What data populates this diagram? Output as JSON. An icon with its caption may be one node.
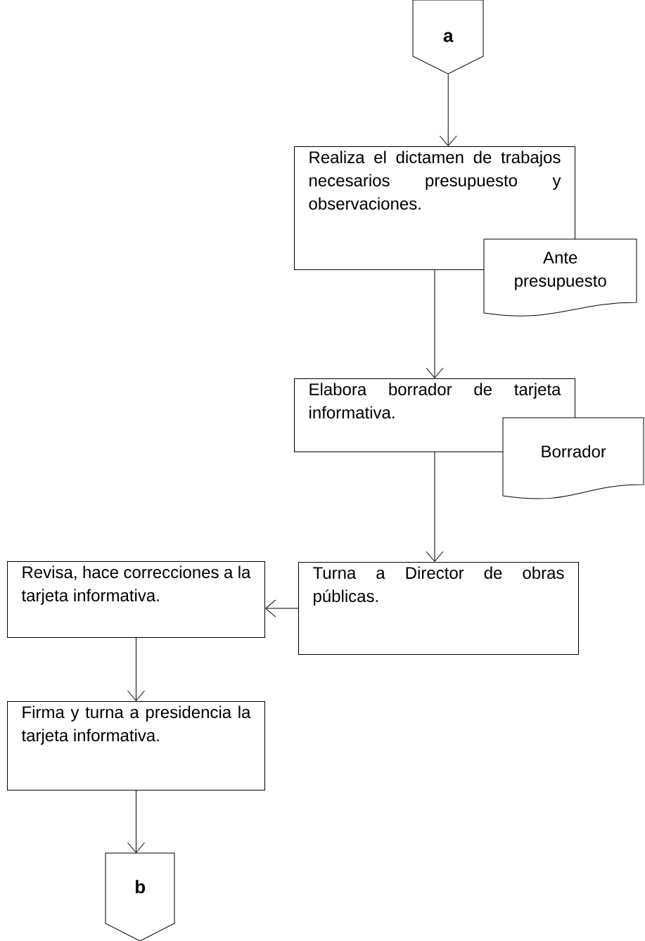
{
  "diagram": {
    "nodes": [
      {
        "text": [
          "a"
        ]
      },
      {
        "text": [
          "Realiza el dictamen de trabajos necesarios presupuesto y observaciones."
        ]
      },
      {
        "text": [
          "Ante presupuesto"
        ]
      },
      {
        "text": [
          "Elabora borrador de tarjeta informativa."
        ]
      },
      {
        "text": [
          "Borrador"
        ]
      },
      {
        "text": [
          "Turna a Director de obras públicas."
        ]
      },
      {
        "text": [
          "Revisa, hace correcciones a la tarjeta informativa."
        ]
      },
      {
        "text": [
          "Firma y turna a presidencia la tarjeta informativa."
        ]
      },
      {
        "text": [
          "b"
        ]
      }
    ],
    "edges": [
      {
        "from": 0,
        "to": 1,
        "arrow": "to"
      },
      {
        "from": 1,
        "to": 3,
        "arrow": "to"
      },
      {
        "from": 3,
        "to": 5,
        "arrow": "to"
      },
      {
        "from": 5,
        "to": 6,
        "arrow": "to"
      },
      {
        "from": 6,
        "to": 7,
        "arrow": "to"
      },
      {
        "from": 7,
        "to": 8,
        "arrow": "to"
      }
    ]
  }
}
